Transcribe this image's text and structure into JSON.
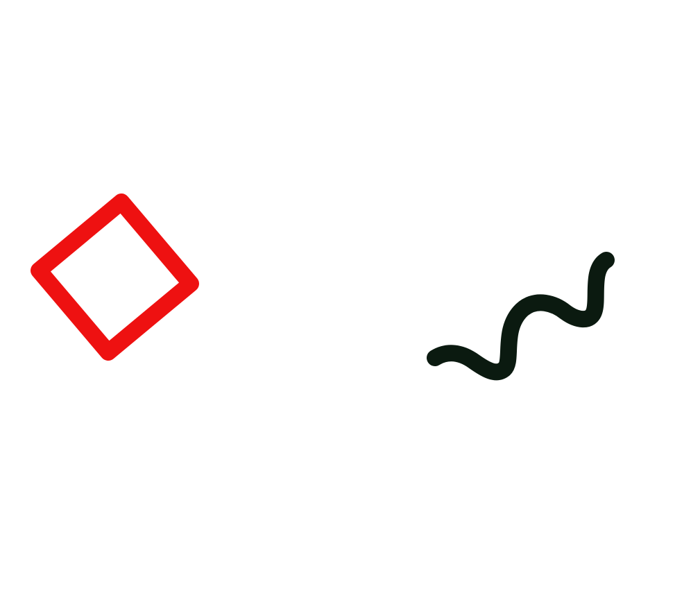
{
  "canvas": {
    "background": "#ffffff"
  },
  "shapes": [
    {
      "id": "square",
      "kind": "rotated-square-outline",
      "stroke_color": "#ee1111",
      "fill": "none"
    },
    {
      "id": "squiggle",
      "kind": "wavy-line",
      "stroke_color": "#0b1a10",
      "fill": "none"
    }
  ]
}
